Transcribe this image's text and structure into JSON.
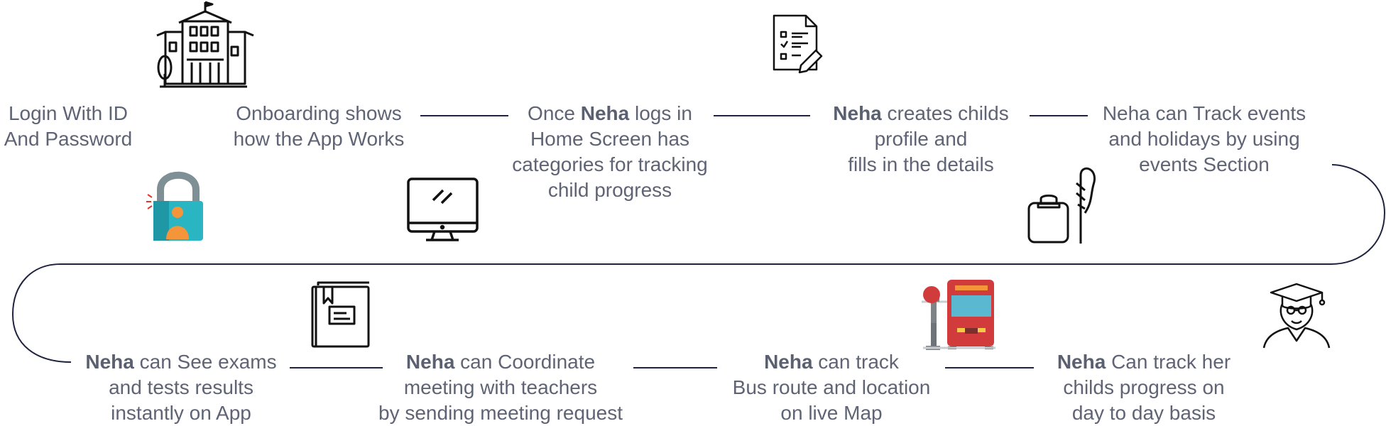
{
  "steps": [
    {
      "id": "login",
      "lines": [
        [
          {
            "t": "Login With ID",
            "b": false
          }
        ],
        [
          {
            "t": "And Password",
            "b": false
          }
        ]
      ]
    },
    {
      "id": "onboarding",
      "lines": [
        [
          {
            "t": "Onboarding shows",
            "b": false
          }
        ],
        [
          {
            "t": "how the App Works",
            "b": false
          }
        ]
      ]
    },
    {
      "id": "home-screen",
      "lines": [
        [
          {
            "t": "Once ",
            "b": false
          },
          {
            "t": "Neha",
            "b": true
          },
          {
            "t": " logs in",
            "b": false
          }
        ],
        [
          {
            "t": "Home Screen has",
            "b": false
          }
        ],
        [
          {
            "t": "categories for tracking",
            "b": false
          }
        ],
        [
          {
            "t": "child progress",
            "b": false
          }
        ]
      ]
    },
    {
      "id": "child-profile",
      "lines": [
        [
          {
            "t": "Neha",
            "b": true
          },
          {
            "t": " creates childs",
            "b": false
          }
        ],
        [
          {
            "t": "profile and",
            "b": false
          }
        ],
        [
          {
            "t": "fills in the details",
            "b": false
          }
        ]
      ]
    },
    {
      "id": "events",
      "lines": [
        [
          {
            "t": "Neha can Track events",
            "b": false
          }
        ],
        [
          {
            "t": "and holidays by using",
            "b": false
          }
        ],
        [
          {
            "t": "events Section",
            "b": false
          }
        ]
      ]
    },
    {
      "id": "exams",
      "lines": [
        [
          {
            "t": "Neha",
            "b": true
          },
          {
            "t": " can See exams",
            "b": false
          }
        ],
        [
          {
            "t": "and tests results",
            "b": false
          }
        ],
        [
          {
            "t": "instantly on App",
            "b": false
          }
        ]
      ]
    },
    {
      "id": "meeting",
      "lines": [
        [
          {
            "t": "Neha",
            "b": true
          },
          {
            "t": " can Coordinate",
            "b": false
          }
        ],
        [
          {
            "t": "meeting with teachers",
            "b": false
          }
        ],
        [
          {
            "t": "by sending meeting request",
            "b": false
          }
        ]
      ]
    },
    {
      "id": "bus",
      "lines": [
        [
          {
            "t": "Neha",
            "b": true
          },
          {
            "t": " can track",
            "b": false
          }
        ],
        [
          {
            "t": "Bus route and location",
            "b": false
          }
        ],
        [
          {
            "t": "on live Map",
            "b": false
          }
        ]
      ]
    },
    {
      "id": "progress",
      "lines": [
        [
          {
            "t": "Neha",
            "b": true
          },
          {
            "t": " Can track her",
            "b": false
          }
        ],
        [
          {
            "t": "childs progress on",
            "b": false
          }
        ],
        [
          {
            "t": "day to day basis",
            "b": false
          }
        ]
      ]
    }
  ],
  "icons": [
    "school-building",
    "padlock-user",
    "computer-monitor",
    "checklist-document",
    "ink-and-quill",
    "book",
    "bus-stop",
    "graduate"
  ],
  "colors": {
    "text": "#5f6475",
    "connector": "#1f2340",
    "icon_line": "#111111",
    "lock_teal": "#2ab5c3",
    "lock_orange": "#f5953a",
    "bus_red": "#d23b3b",
    "bus_window": "#5ab8d0"
  }
}
